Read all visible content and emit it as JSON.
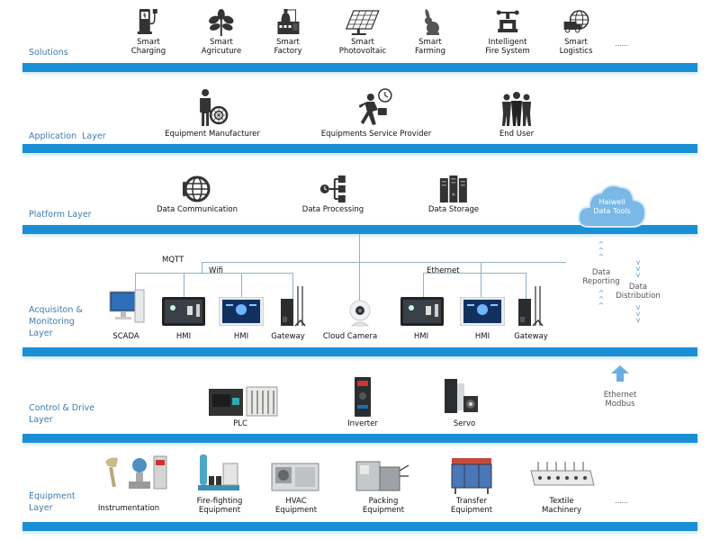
{
  "colors": {
    "accent_bar": "#1a8fd6",
    "layer_label": "#3d7bb0",
    "cloud": "#7ab8e6",
    "arrow": "#6aaee0"
  },
  "layers": {
    "solutions": {
      "label": "Solutions",
      "items": [
        {
          "line1": "Smart",
          "line2": "Charging",
          "icon": "ev-charger-icon"
        },
        {
          "line1": "Smart",
          "line2": "Agricuture",
          "icon": "plant-icon"
        },
        {
          "line1": "Smart",
          "line2": "Factory",
          "icon": "factory-icon"
        },
        {
          "line1": "Smart",
          "line2": "Photovoltaic",
          "icon": "solar-panel-icon"
        },
        {
          "line1": "Smart",
          "line2": "Farming",
          "icon": "rabbit-icon"
        },
        {
          "line1": "Intelligent",
          "line2": "Fire System",
          "icon": "fire-valve-icon"
        },
        {
          "line1": "Smart",
          "line2": "Logistics",
          "icon": "logistics-truck-globe-icon"
        }
      ],
      "more": "......"
    },
    "application": {
      "label": "Application  Layer",
      "items": [
        {
          "label": "Equipment Manufacturer",
          "icon": "manufacturer-person-icon"
        },
        {
          "label": "Equipments Service Provider",
          "icon": "service-provider-icon"
        },
        {
          "label": "End User",
          "icon": "users-group-icon"
        }
      ]
    },
    "platform": {
      "label": "Platform Layer",
      "items": [
        {
          "label": "Data Communication",
          "icon": "globe-phone-icon"
        },
        {
          "label": "Data Processing",
          "icon": "data-tree-icon"
        },
        {
          "label": "Data Storage",
          "icon": "server-rack-icon"
        }
      ],
      "cloud": {
        "line1": "Haiwell",
        "line2": "Data Tools",
        "icon": "cloud-icon"
      }
    },
    "acquisition": {
      "label_lines": [
        "Acquisiton &",
        "Monitoring",
        "Layer"
      ],
      "network_labels": {
        "mqtt": "MQTT",
        "wifi": "Wifi",
        "ethernet": "Ethernet"
      },
      "devices": [
        {
          "label": "SCADA",
          "icon": "scada-computer-icon"
        },
        {
          "label": "HMI",
          "icon": "hmi-panel-dark-icon"
        },
        {
          "label": "HMI",
          "icon": "hmi-panel-light-icon"
        },
        {
          "label": "Gateway",
          "icon": "gateway-icon"
        },
        {
          "label": "Cloud Camera",
          "icon": "camera-icon"
        },
        {
          "label": "HMI",
          "icon": "hmi-panel-dark-icon"
        },
        {
          "label": "HMI",
          "icon": "hmi-panel-light-icon"
        },
        {
          "label": "Gateway",
          "icon": "gateway-icon"
        }
      ],
      "data_reporting": {
        "line1": "Data",
        "line2": "Reporting"
      },
      "data_distribution": {
        "line1": "Data",
        "line2": "Distribution"
      }
    },
    "control": {
      "label_lines": [
        "Control & Drive",
        "Layer"
      ],
      "items": [
        {
          "label": "PLC",
          "icon": "plc-icon"
        },
        {
          "label": "Inverter",
          "icon": "inverter-icon"
        },
        {
          "label": "Servo",
          "icon": "servo-icon"
        }
      ],
      "protocol": {
        "line1": "Ethernet",
        "line2": "Modbus"
      }
    },
    "equipment": {
      "label_lines": [
        "Equipment",
        "Layer"
      ],
      "items": [
        {
          "line1": "Instrumentation",
          "line2": "",
          "icon": "instrumentation-icon"
        },
        {
          "line1": "Fire-fighting",
          "line2": "Equipment",
          "icon": "fire-fighting-equipment-icon"
        },
        {
          "line1": "HVAC",
          "line2": "Equipment",
          "icon": "hvac-icon"
        },
        {
          "line1": "Packing",
          "line2": "Equipment",
          "icon": "packing-machine-icon"
        },
        {
          "line1": "Transfer",
          "line2": "Equipment",
          "icon": "transfer-equipment-icon"
        },
        {
          "line1": "Textile",
          "line2": "Machinery",
          "icon": "textile-machine-icon"
        }
      ],
      "more": "......"
    }
  }
}
